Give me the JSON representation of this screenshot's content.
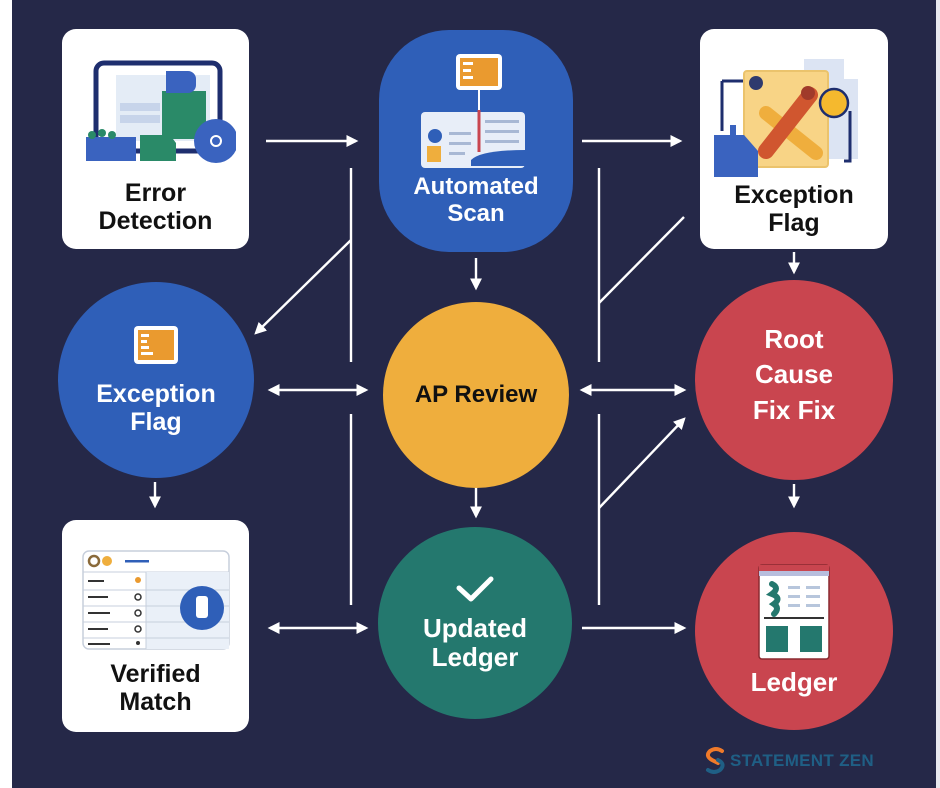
{
  "colors": {
    "background": "#252848",
    "card": "#ffffff",
    "blue": "#2f5fb8",
    "orange": "#efae3d",
    "teal": "#24786e",
    "red": "#c9454f",
    "arrow": "#ffffff",
    "brand": "#1f5f85",
    "brand_accent": "#f07a2a"
  },
  "nodes": {
    "error_detection": {
      "label": "Error\nDetection",
      "icon": "monitor-dashboard-icon"
    },
    "automated_scan": {
      "label": "Automated\nScan",
      "icon": "document-scan-icon"
    },
    "exception_flag_card": {
      "label": "Exception\nFlag",
      "icon": "document-x-icon"
    },
    "exception_flag_circle": {
      "label": "Exception\nFlag",
      "icon": "form-document-icon"
    },
    "ap_review": {
      "label": "AP Review"
    },
    "root_cause_fix": {
      "label": "Root\nCause\nFix Fix"
    },
    "verified_match": {
      "label": "Verified\nMatch",
      "icon": "checklist-window-icon"
    },
    "updated_ledger": {
      "label": "Updated\nLedger",
      "icon": "checkmark-icon"
    },
    "ledger": {
      "label": "Ledger",
      "icon": "ledger-sheet-icon"
    }
  },
  "edges": [
    {
      "from": "error_detection",
      "to": "automated_scan",
      "type": "one-way"
    },
    {
      "from": "automated_scan",
      "to": "exception_flag_card",
      "type": "one-way"
    },
    {
      "from": "automated_scan",
      "to": "ap_review",
      "type": "one-way"
    },
    {
      "from": "automated_scan",
      "to": "exception_flag_circle",
      "type": "one-way"
    },
    {
      "from": "exception_flag_card",
      "to": "root_cause_fix",
      "type": "one-way"
    },
    {
      "from": "exception_flag_circle",
      "to": "ap_review",
      "type": "two-way"
    },
    {
      "from": "ap_review",
      "to": "root_cause_fix",
      "type": "two-way"
    },
    {
      "from": "ap_review",
      "to": "updated_ledger",
      "type": "one-way"
    },
    {
      "from": "exception_flag_circle",
      "to": "verified_match",
      "type": "one-way"
    },
    {
      "from": "updated_ledger",
      "to": "root_cause_fix",
      "type": "one-way"
    },
    {
      "from": "root_cause_fix",
      "to": "ledger",
      "type": "one-way"
    },
    {
      "from": "verified_match",
      "to": "updated_ledger",
      "type": "two-way"
    },
    {
      "from": "updated_ledger",
      "to": "ledger",
      "type": "one-way"
    }
  ],
  "brand": {
    "name": "STATEMENT ZEN",
    "icon": "statement-zen-logo-icon"
  }
}
